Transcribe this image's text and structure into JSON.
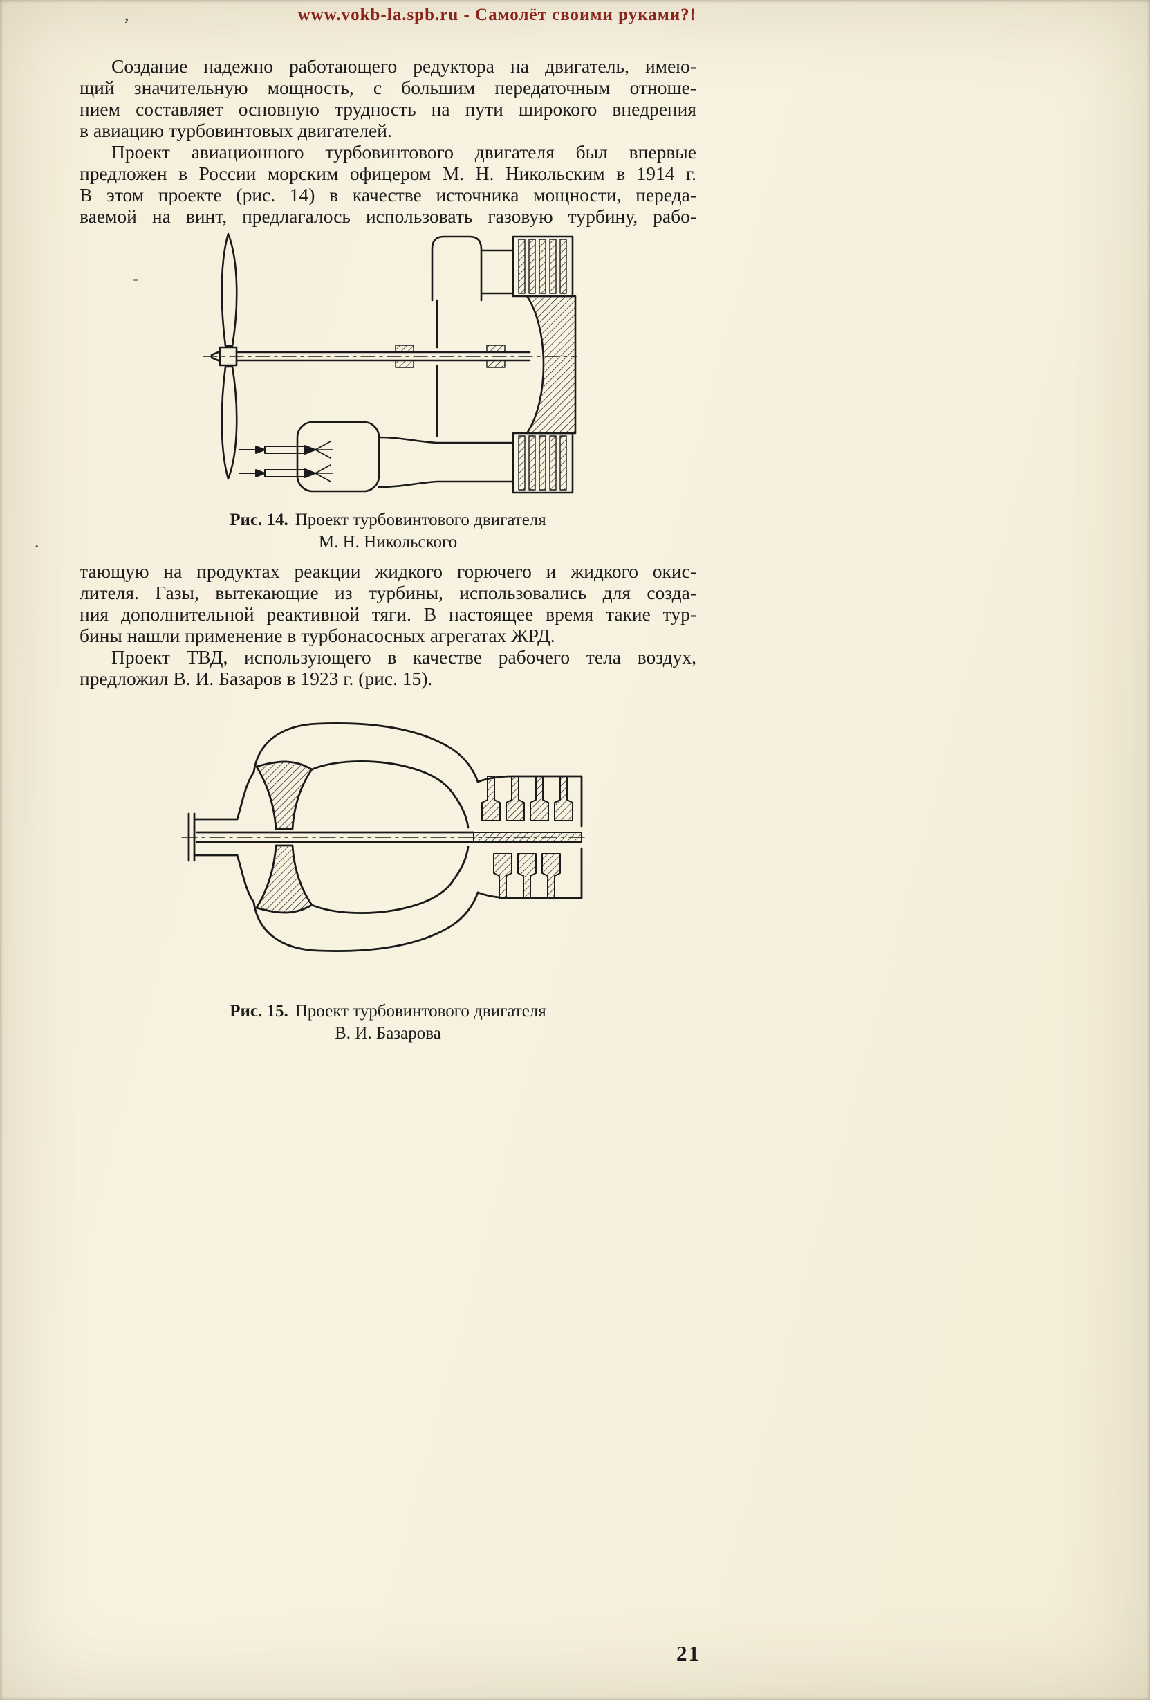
{
  "page": {
    "header": "www.vokb-la.spb.ru - Самолёт своими руками?!",
    "page_number": "21"
  },
  "colors": {
    "paper": "#f6efdc",
    "ink": "#1c1c1c",
    "header_red": "#8b241a"
  },
  "paragraphs": {
    "p1": {
      "lines": [
        "Создание надежно работающего редуктора на двигатель, имею-",
        "щий значительную мощность, с большим передаточным отноше-",
        "нием составляет основную трудность на пути широкого внедрения",
        "в авиацию турбовинтовых двигателей."
      ]
    },
    "p2": {
      "lines": [
        "Проект авиационного турбовинтового двигателя был впервые",
        "предложен в России морским офицером М. Н. Никольским в 1914 г.",
        "В этом проекте (рис. 14) в качестве источника мощности, переда-",
        "ваемой на винт, предлагалось использовать газовую турбину, рабо-"
      ]
    },
    "p3": {
      "lines": [
        "тающую на продуктах реакции жидкого горючего и жидкого окис-",
        "лителя. Газы, вытекающие из турбины, использовались для созда-",
        "ния дополнительной реактивной тяги. В настоящее время такие тур-",
        "бины нашли применение в турбонасосных агрегатах ЖРД."
      ]
    },
    "p4": {
      "lines": [
        "Проект ТВД, использующего в качестве рабочего тела воздух,",
        "предложил В. И. Базаров в 1923 г. (рис. 15)."
      ]
    }
  },
  "figures": {
    "fig14": {
      "label": "Рис. 14.",
      "caption": "Проект турбовинтового двигателя",
      "caption2": "М. Н. Никольского"
    },
    "fig15": {
      "label": "Рис. 15.",
      "caption": "Проект турбовинтового двигателя",
      "caption2": "В. И. Базарова"
    }
  },
  "artifacts": {
    "top_left": ",",
    "prop_left": "-",
    "mid_left": "."
  }
}
